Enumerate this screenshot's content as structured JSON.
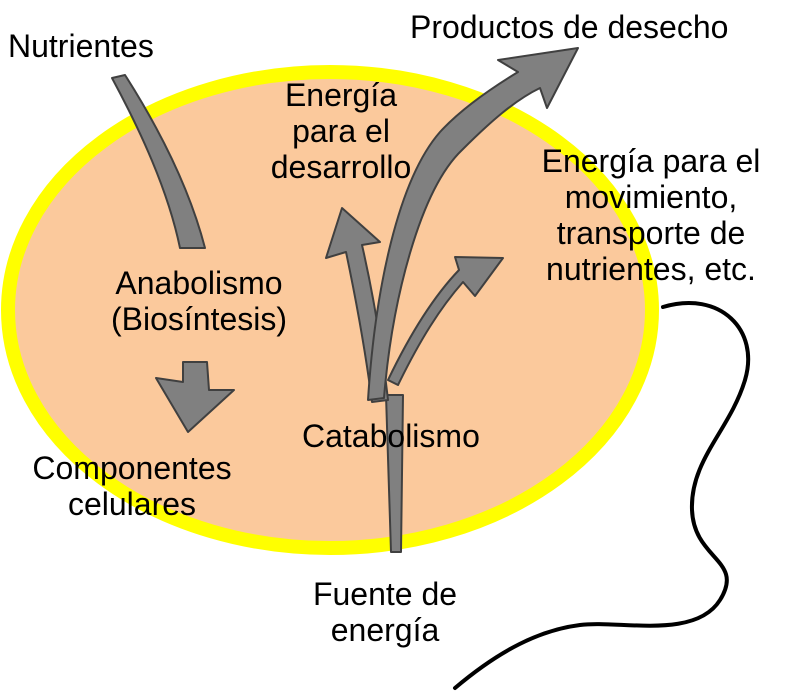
{
  "labels": {
    "nutrients": "Nutrientes",
    "waste": "Productos de desecho",
    "energy_development": [
      "Energía",
      "para el",
      "desarrollo"
    ],
    "energy_movement": [
      "Energía para el",
      "movimiento,",
      "transporte de",
      "nutrientes, etc."
    ],
    "anabolism": [
      "Anabolismo",
      "(Biosíntesis)"
    ],
    "catabolism": "Catabolismo",
    "cell_components": [
      "Componentes",
      "celulares"
    ],
    "energy_source": [
      "Fuente de",
      "energía"
    ]
  },
  "colors": {
    "cell_fill": "#fbc99c",
    "cell_border": "#ffff00",
    "arrow_fill": "#808080",
    "arrow_stroke": "#404040",
    "flagellum": "#000000",
    "text": "#000000"
  }
}
